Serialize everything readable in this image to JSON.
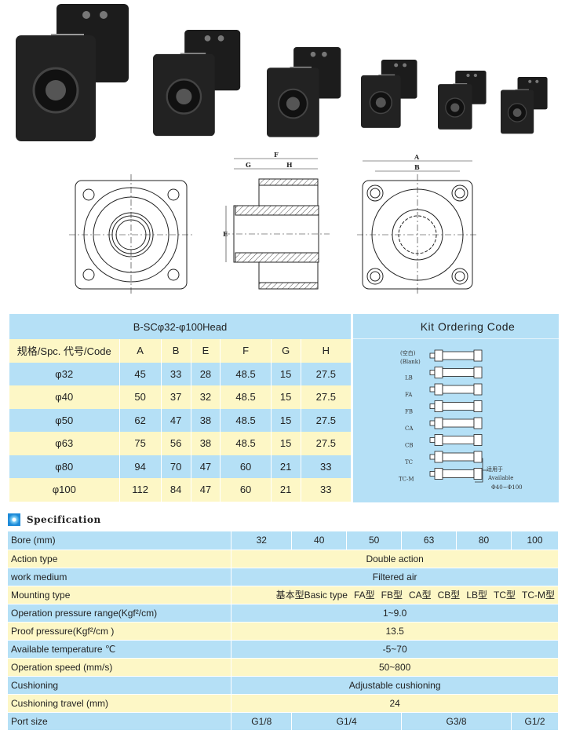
{
  "photos": {
    "count": 6
  },
  "drawing_labels": {
    "F": "F",
    "G": "G",
    "H": "H",
    "E": "E",
    "A": "A",
    "B": "B"
  },
  "dimension_table": {
    "title": "B-SCφ32-φ100Head",
    "columns": [
      "规格/Spc. 代号/Code",
      "A",
      "B",
      "E",
      "F",
      "G",
      "H"
    ],
    "rows": [
      [
        "φ32",
        "45",
        "33",
        "28",
        "48.5",
        "15",
        "27.5"
      ],
      [
        "φ40",
        "50",
        "37",
        "32",
        "48.5",
        "15",
        "27.5"
      ],
      [
        "φ50",
        "62",
        "47",
        "38",
        "48.5",
        "15",
        "27.5"
      ],
      [
        "φ63",
        "75",
        "56",
        "38",
        "48.5",
        "15",
        "27.5"
      ],
      [
        "φ80",
        "94",
        "70",
        "47",
        "60",
        "21",
        "33"
      ],
      [
        "φ100",
        "112",
        "84",
        "47",
        "60",
        "21",
        "33"
      ]
    ]
  },
  "kit_ordering": {
    "title": "Kit  Ordering  Code",
    "blank_cn": "(空白)",
    "items": [
      "(Blank)",
      "LB",
      "FA",
      "FB",
      "CA",
      "CB",
      "TC",
      "TC-M"
    ],
    "note_cn": "适用于",
    "note_en": "Available",
    "note_range": "Φ40~Φ100"
  },
  "specification": {
    "title": "Specification",
    "bore_label": "Bore  (mm)",
    "bores": [
      "32",
      "40",
      "50",
      "63",
      "80",
      "100"
    ],
    "rows": [
      {
        "label": "Action type",
        "value": "Double action"
      },
      {
        "label": "work medium",
        "value": "Filtered air"
      },
      {
        "label": "Mounting type",
        "values": [
          "基本型Basic type",
          "FA型",
          "FB型",
          "CA型",
          "CB型",
          "LB型",
          "TC型",
          "TC-M型"
        ]
      },
      {
        "label": "Operation pressure range(Kgf²/cm)",
        "value": "1~9.0"
      },
      {
        "label": "Proof pressure(Kgf²/cm  )",
        "value": "13.5"
      },
      {
        "label": "Available temperature  ℃",
        "value": "-5~70"
      },
      {
        "label": "Operation speed  (mm/s)",
        "value": "50~800"
      },
      {
        "label": "Cushioning",
        "value": "Adjustable cushioning"
      },
      {
        "label": "Cushioning travel  (mm)",
        "value": "24"
      }
    ],
    "port_label": "Port size",
    "ports": [
      "G1/8",
      "G1/4",
      "G3/8",
      "G1/2"
    ]
  },
  "colors": {
    "blue": "#b5e0f6",
    "yellow": "#fdf7c6"
  }
}
